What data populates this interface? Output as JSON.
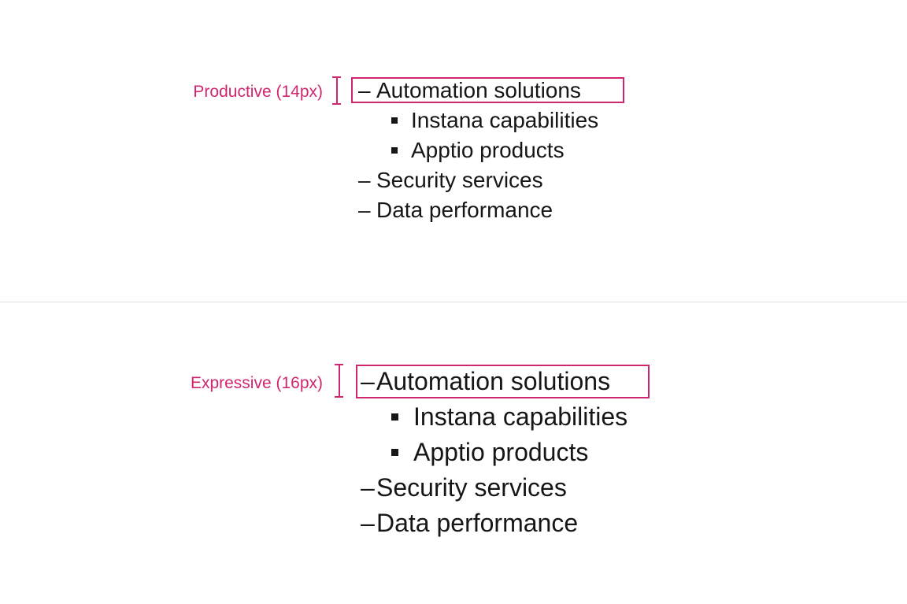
{
  "page": {
    "background": "#ffffff",
    "divider_color": "#e0e0e0",
    "accent_color": "#d02670",
    "text_color": "#161616"
  },
  "glyphs": {
    "dash_bullet": "–"
  },
  "sections": {
    "productive": {
      "label": "Productive (14px)",
      "items": [
        {
          "text": "Automation solutions",
          "level": 1,
          "bullet": "dash",
          "highlighted": true
        },
        {
          "text": "Instana capabilities",
          "level": 2,
          "bullet": "square",
          "highlighted": false
        },
        {
          "text": "Apptio products",
          "level": 2,
          "bullet": "square",
          "highlighted": false
        },
        {
          "text": "Security services",
          "level": 1,
          "bullet": "dash",
          "highlighted": false
        },
        {
          "text": "Data performance",
          "level": 1,
          "bullet": "dash",
          "highlighted": false
        }
      ]
    },
    "expressive": {
      "label": "Expressive (16px)",
      "items": [
        {
          "text": "Automation solutions",
          "level": 1,
          "bullet": "dash",
          "highlighted": true
        },
        {
          "text": "Instana capabilities",
          "level": 2,
          "bullet": "square",
          "highlighted": false
        },
        {
          "text": "Apptio products",
          "level": 2,
          "bullet": "square",
          "highlighted": false
        },
        {
          "text": "Security services",
          "level": 1,
          "bullet": "dash",
          "highlighted": false
        },
        {
          "text": "Data performance",
          "level": 1,
          "bullet": "dash",
          "highlighted": false
        }
      ]
    }
  }
}
